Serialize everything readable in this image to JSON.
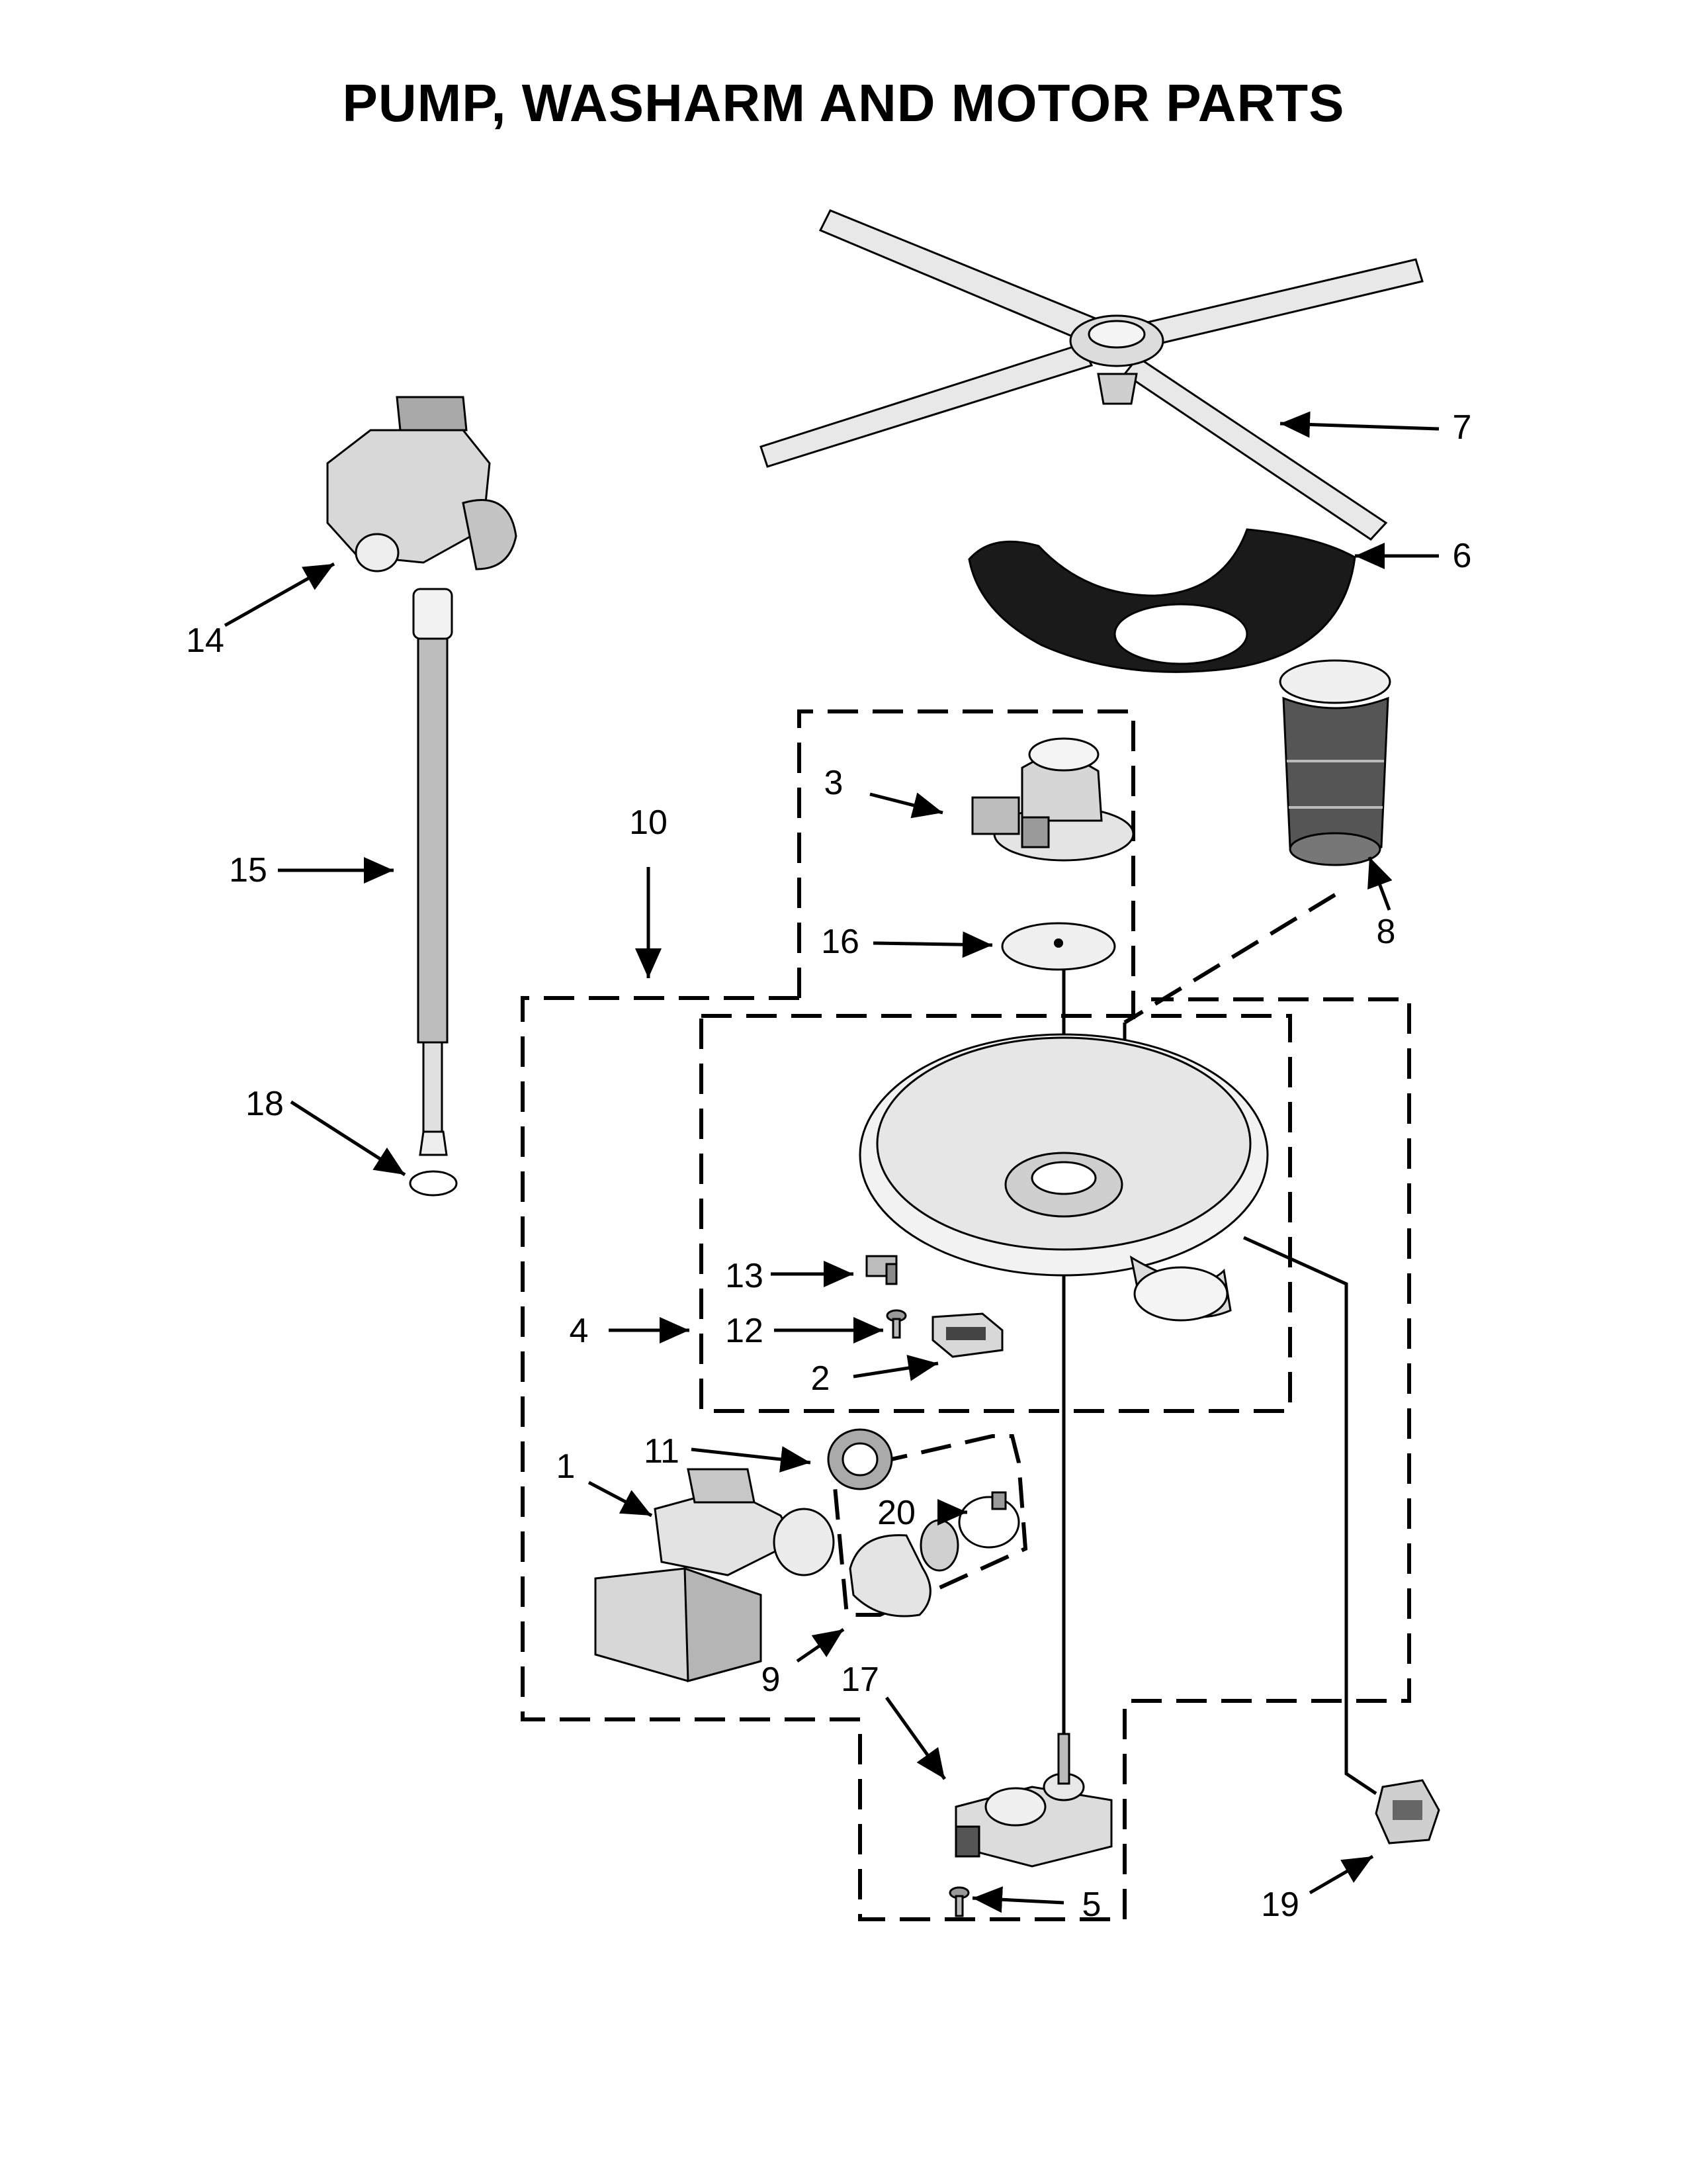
{
  "title": "PUMP, WASHARM AND MOTOR PARTS",
  "callouts": {
    "c1": "1",
    "c2": "2",
    "c3": "3",
    "c4": "4",
    "c5": "5",
    "c6": "6",
    "c7": "7",
    "c8": "8",
    "c9": "9",
    "c10": "10",
    "c11": "11",
    "c12": "12",
    "c13": "13",
    "c14": "14",
    "c15": "15",
    "c16": "16",
    "c17": "17",
    "c18": "18",
    "c19": "19",
    "c20": "20"
  }
}
